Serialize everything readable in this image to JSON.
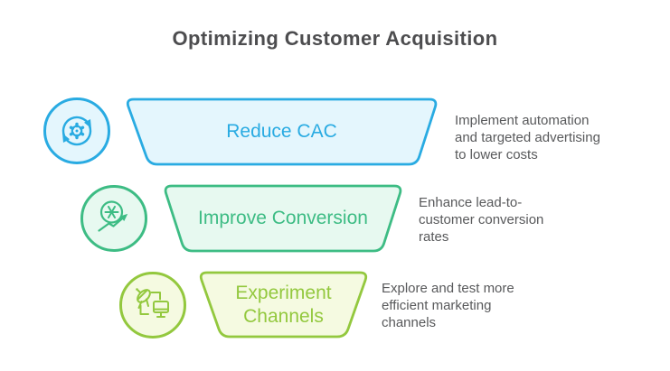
{
  "title": "Optimizing Customer Acquisition",
  "palette": {
    "background": "#FFFFFF",
    "title_text": "#4D4D4F",
    "description_text": "#58595B"
  },
  "funnel": {
    "steps": [
      {
        "label": "Reduce CAC",
        "description": "Implement automation\nand targeted advertising\nto lower costs",
        "icon": "sync-gear-icon",
        "color": "#29ABE2",
        "fill": "#E4F6FD"
      },
      {
        "label": "Improve Conversion",
        "description": "Enhance lead-to-\ncustomer conversion\nrates",
        "icon": "conversion-search-trend-icon",
        "color": "#3DBC84",
        "fill": "#E7F9F0"
      },
      {
        "label": "Experiment Channels",
        "description": "Explore and test more\nefficient marketing\nchannels",
        "icon": "broadcast-channels-icon",
        "color": "#93C83E",
        "fill": "#F5FAE1"
      }
    ]
  }
}
